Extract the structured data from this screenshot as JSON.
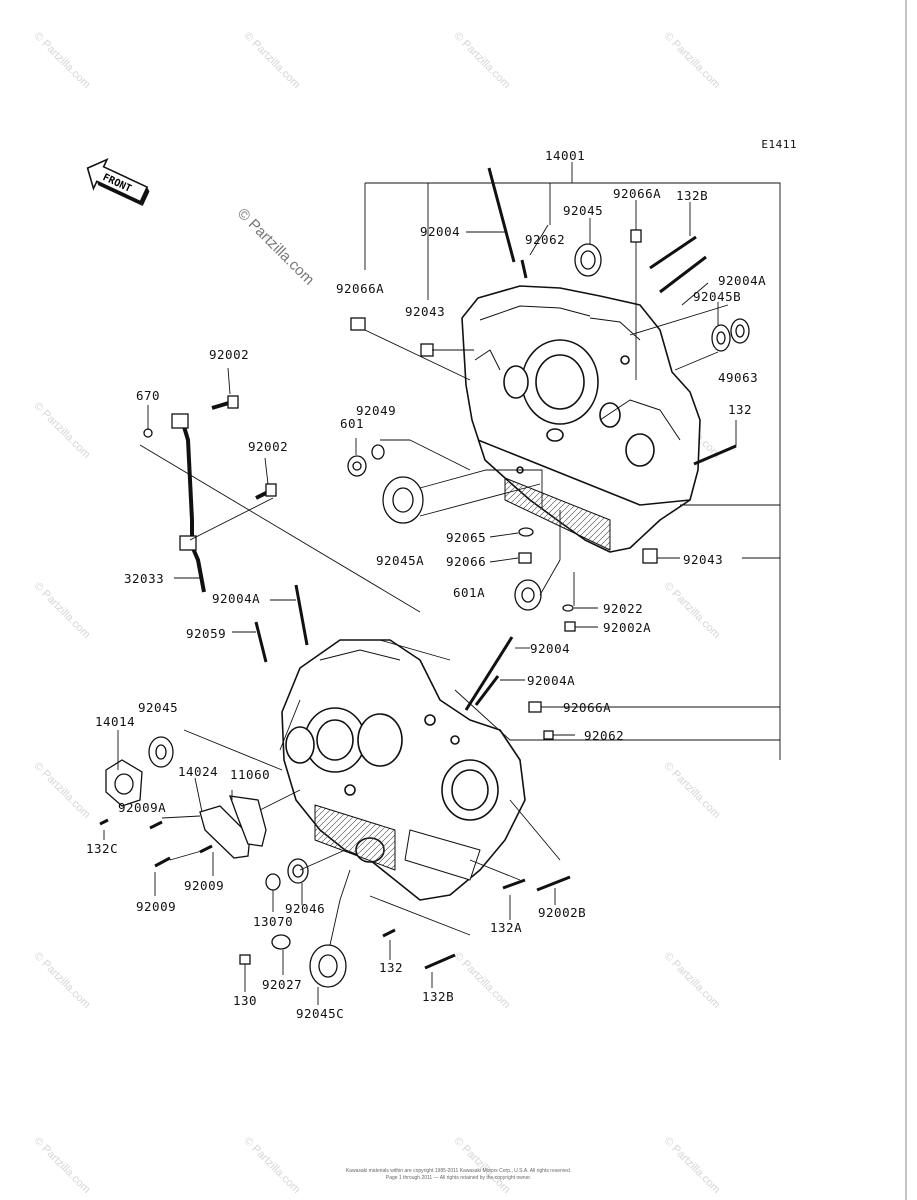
{
  "diagram": {
    "code": "E1411",
    "front_label": "FRONT",
    "watermark_main": "© Partzilla.com",
    "watermark_tile": "© Partzilla.com",
    "footer_line1": "Kawasaki materials within are copyright 1985-2011 Kawasaki Motors Corp., U.S.A. All rights reserved.",
    "footer_line2": "Page 1 through 2011 — All rights retained by the copyright owner."
  },
  "parts": [
    {
      "id": "p01",
      "label": "14001"
    },
    {
      "id": "p02",
      "label": "92066A"
    },
    {
      "id": "p03",
      "label": "132B"
    },
    {
      "id": "p04",
      "label": "92045"
    },
    {
      "id": "p05",
      "label": "92004"
    },
    {
      "id": "p06",
      "label": "92062"
    },
    {
      "id": "p07",
      "label": "92004A"
    },
    {
      "id": "p08",
      "label": "92045B"
    },
    {
      "id": "p09",
      "label": "92066A"
    },
    {
      "id": "p10",
      "label": "92043"
    },
    {
      "id": "p11",
      "label": "49063"
    },
    {
      "id": "p12",
      "label": "92002"
    },
    {
      "id": "p13",
      "label": "670"
    },
    {
      "id": "p14",
      "label": "92049"
    },
    {
      "id": "p15",
      "label": "601"
    },
    {
      "id": "p16",
      "label": "132"
    },
    {
      "id": "p17",
      "label": "92002"
    },
    {
      "id": "p18",
      "label": "92065"
    },
    {
      "id": "p19",
      "label": "92066"
    },
    {
      "id": "p20",
      "label": "92045A"
    },
    {
      "id": "p21",
      "label": "92043"
    },
    {
      "id": "p22",
      "label": "32033"
    },
    {
      "id": "p23",
      "label": "92004A"
    },
    {
      "id": "p24",
      "label": "601A"
    },
    {
      "id": "p25",
      "label": "92022"
    },
    {
      "id": "p26",
      "label": "92059"
    },
    {
      "id": "p27",
      "label": "92002A"
    },
    {
      "id": "p28",
      "label": "92004"
    },
    {
      "id": "p29",
      "label": "92004A"
    },
    {
      "id": "p30",
      "label": "92045"
    },
    {
      "id": "p31",
      "label": "92066A"
    },
    {
      "id": "p32",
      "label": "14014"
    },
    {
      "id": "p33",
      "label": "92062"
    },
    {
      "id": "p34",
      "label": "14024"
    },
    {
      "id": "p35",
      "label": "11060"
    },
    {
      "id": "p36",
      "label": "92009A"
    },
    {
      "id": "p37",
      "label": "132C"
    },
    {
      "id": "p38",
      "label": "92009"
    },
    {
      "id": "p39",
      "label": "92009"
    },
    {
      "id": "p40",
      "label": "13070"
    },
    {
      "id": "p41",
      "label": "92046"
    },
    {
      "id": "p42",
      "label": "132A"
    },
    {
      "id": "p43",
      "label": "92002B"
    },
    {
      "id": "p44",
      "label": "132"
    },
    {
      "id": "p45",
      "label": "130"
    },
    {
      "id": "p46",
      "label": "92027"
    },
    {
      "id": "p47",
      "label": "132B"
    },
    {
      "id": "p48",
      "label": "92045C"
    }
  ]
}
